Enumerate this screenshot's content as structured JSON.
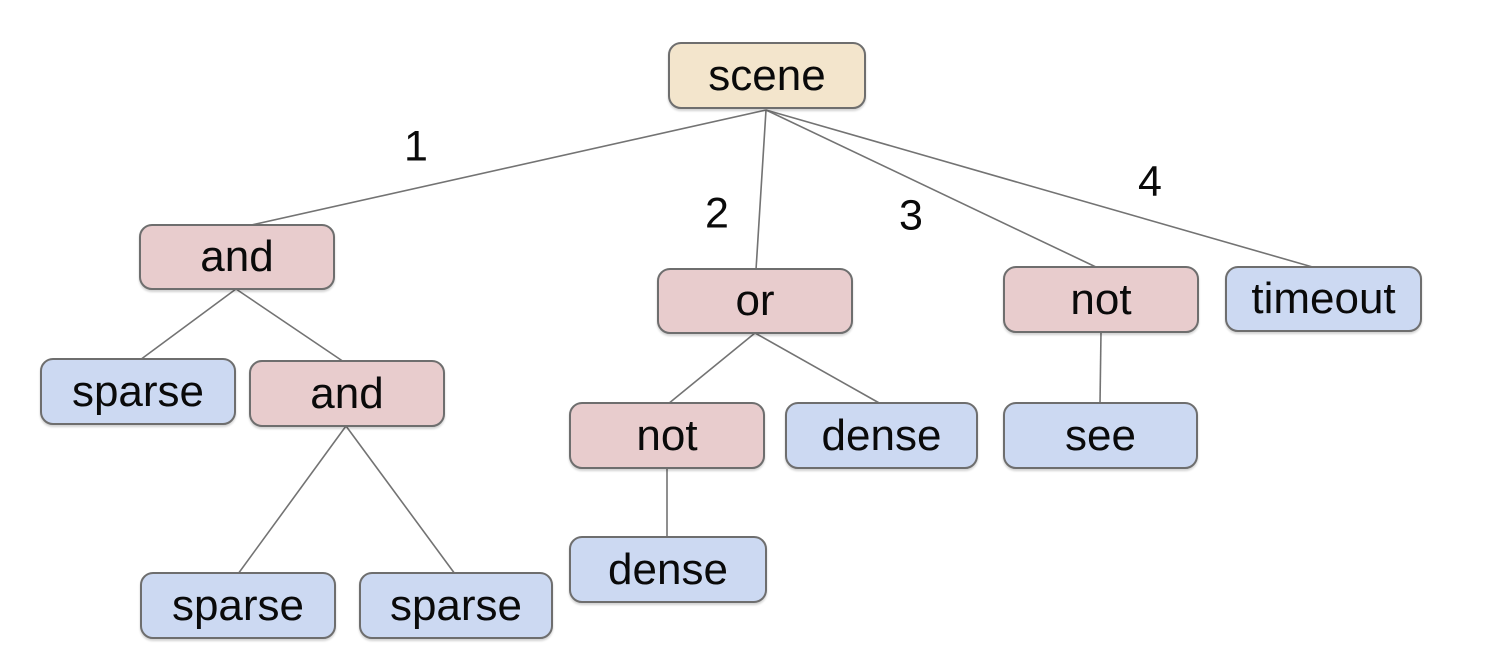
{
  "diagram": {
    "type": "tree",
    "nodes": [
      {
        "id": "scene",
        "label": "scene",
        "role": "root",
        "fill": "#f3e5cc"
      },
      {
        "id": "and-1",
        "label": "and",
        "role": "operator",
        "fill": "#e8cccd"
      },
      {
        "id": "or-1",
        "label": "or",
        "role": "operator",
        "fill": "#e8cccd"
      },
      {
        "id": "not-1",
        "label": "not",
        "role": "operator",
        "fill": "#e8cccd"
      },
      {
        "id": "timeout-1",
        "label": "timeout",
        "role": "leaf",
        "fill": "#ccd9f2"
      },
      {
        "id": "sparse-1",
        "label": "sparse",
        "role": "leaf",
        "fill": "#ccd9f2"
      },
      {
        "id": "and-2",
        "label": "and",
        "role": "operator",
        "fill": "#e8cccd"
      },
      {
        "id": "not-2",
        "label": "not",
        "role": "operator",
        "fill": "#e8cccd"
      },
      {
        "id": "dense-1",
        "label": "dense",
        "role": "leaf",
        "fill": "#ccd9f2"
      },
      {
        "id": "see-1",
        "label": "see",
        "role": "leaf",
        "fill": "#ccd9f2"
      },
      {
        "id": "dense-2",
        "label": "dense",
        "role": "leaf",
        "fill": "#ccd9f2"
      },
      {
        "id": "sparse-2",
        "label": "sparse",
        "role": "leaf",
        "fill": "#ccd9f2"
      },
      {
        "id": "sparse-3",
        "label": "sparse",
        "role": "leaf",
        "fill": "#ccd9f2"
      }
    ],
    "edges": [
      {
        "from": "scene",
        "to": "and-1",
        "label": "1"
      },
      {
        "from": "scene",
        "to": "or-1",
        "label": "2"
      },
      {
        "from": "scene",
        "to": "not-1",
        "label": "3"
      },
      {
        "from": "scene",
        "to": "timeout-1",
        "label": "4"
      },
      {
        "from": "and-1",
        "to": "sparse-1",
        "label": ""
      },
      {
        "from": "and-1",
        "to": "and-2",
        "label": ""
      },
      {
        "from": "and-2",
        "to": "sparse-2",
        "label": ""
      },
      {
        "from": "and-2",
        "to": "sparse-3",
        "label": ""
      },
      {
        "from": "or-1",
        "to": "not-2",
        "label": ""
      },
      {
        "from": "or-1",
        "to": "dense-1",
        "label": ""
      },
      {
        "from": "not-2",
        "to": "dense-2",
        "label": ""
      },
      {
        "from": "not-1",
        "to": "see-1",
        "label": ""
      }
    ],
    "edge_labels": [
      "1",
      "2",
      "3",
      "4"
    ],
    "colors": {
      "root_fill": "#f3e5cc",
      "operator_fill": "#e8cccd",
      "leaf_fill": "#ccd9f2",
      "node_border": "#6e6e6e",
      "edge_line": "#737373",
      "text": "#0a0a0a",
      "background": "#ffffff"
    }
  }
}
